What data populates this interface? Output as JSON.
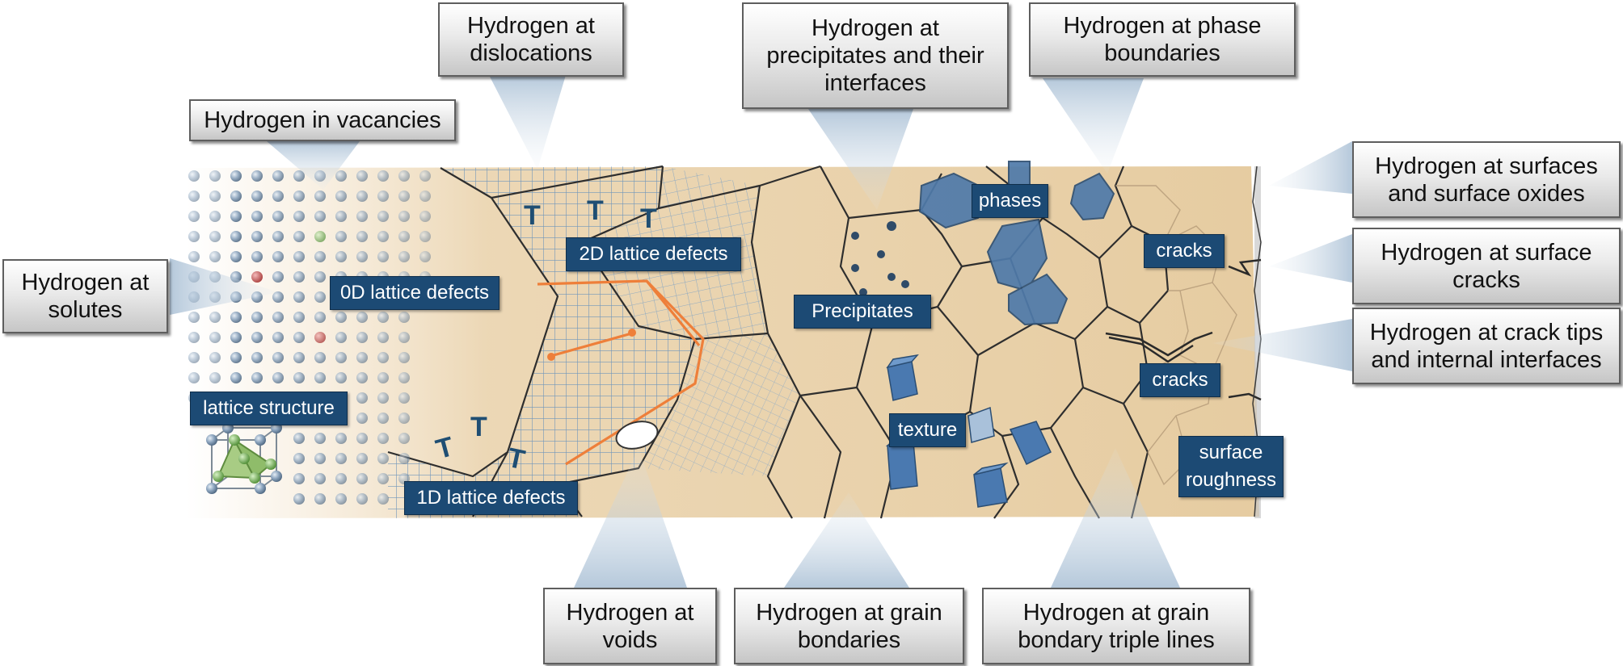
{
  "callouts": {
    "dislocations": "Hydrogen at\ndislocations",
    "precipitates": "Hydrogen at\nprecipitates and their\ninterfaces",
    "phase_boundaries": "Hydrogen at phase\nboundaries",
    "vacancies": "Hydrogen in vacancies",
    "solutes": "Hydrogen at\nsolutes",
    "surfaces": "Hydrogen at surfaces\nand surface oxides",
    "surface_cracks": "Hydrogen at surface\ncracks",
    "crack_tips": "Hydrogen at crack tips\nand internal interfaces",
    "voids": "Hydrogen at\nvoids",
    "grain_boundaries": "Hydrogen at grain\nbondaries",
    "triple_lines": "Hydrogen at grain\nbondary triple lines"
  },
  "tags": {
    "lattice_structure": "lattice structure",
    "zero_d": "0D lattice defects",
    "two_d": "2D lattice defects",
    "one_d": "1D lattice defects",
    "precipitates": "Precipitates",
    "phases": "phases",
    "cracks_upper": "cracks",
    "cracks_lower": "cracks",
    "texture": "texture",
    "surface_roughness": "surface\nroughness"
  },
  "colors": {
    "microstructure_fill": "#e8cfa6",
    "grain_boundary": "#2e2e2e",
    "lattice_grid": "#7aa0c4",
    "phase_fill": "#4f7aaa",
    "orange_boundary": "#ee7f3a",
    "tag_fill": "#1c4a74"
  }
}
